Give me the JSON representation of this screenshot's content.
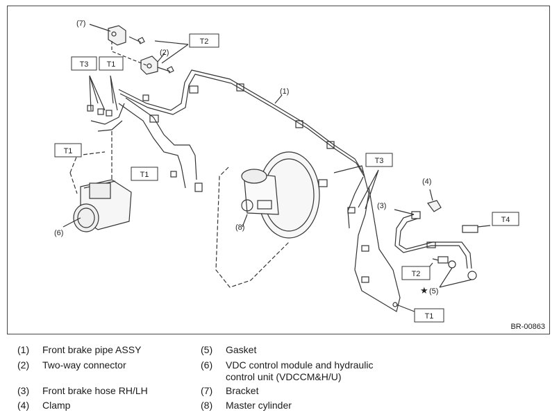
{
  "figure": {
    "code": "BR-00863",
    "callouts": {
      "c1": "(1)",
      "c2": "(2)",
      "c3": "(3)",
      "c4": "(4)",
      "c5": "(5)",
      "c6": "(6)",
      "c7": "(7)",
      "c8": "(8)",
      "star": "★"
    },
    "torque_boxes": {
      "t2_top": "T2",
      "t3_left": "T3",
      "t1_left_top": "T1",
      "t1_left_mid": "T1",
      "t1_left_low": "T1",
      "t3_right": "T3",
      "t4": "T4",
      "t2_right": "T2",
      "t1_bottom": "T1"
    }
  },
  "legend": [
    {
      "num": "(1)",
      "text": "Front brake pipe ASSY"
    },
    {
      "num": "(2)",
      "text": "Two-way connector"
    },
    {
      "num": "(3)",
      "text": "Front brake hose RH/LH"
    },
    {
      "num": "(4)",
      "text": "Clamp"
    },
    {
      "num": "(5)",
      "text": "Gasket"
    },
    {
      "num": "(6)",
      "text": "VDC control module and hydraulic",
      "text2": "control unit (VDCCM&H/U)"
    },
    {
      "num": "(7)",
      "text": "Bracket"
    },
    {
      "num": "(8)",
      "text": "Master cylinder"
    }
  ]
}
